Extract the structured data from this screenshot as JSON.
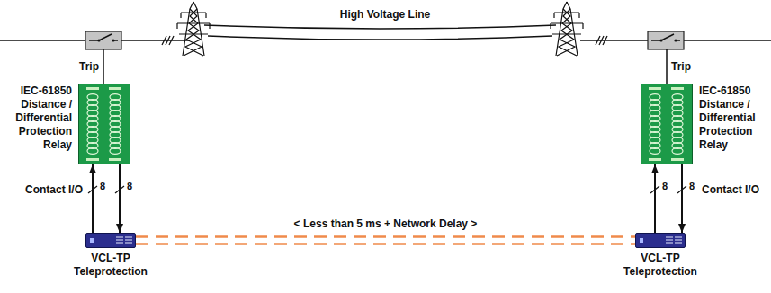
{
  "diagram": {
    "nodes": [
      {
        "text": [
          "IEC-61850 Distance / Differential Protection Relay"
        ]
      },
      {
        "text": [
          "VCL-TP Teleprotection"
        ]
      },
      {
        "text": [
          "IEC-61850 Distance / Differential Protection Relay"
        ]
      },
      {
        "text": [
          "VCL-TP Teleprotection"
        ]
      }
    ],
    "edges": [
      {
        "from": 1,
        "to": 0,
        "arrow": "to"
      },
      {
        "from": 0,
        "to": 1,
        "arrow": "to"
      },
      {
        "from": 3,
        "to": 2,
        "arrow": "to"
      },
      {
        "from": 2,
        "to": 3,
        "arrow": "to"
      },
      {
        "from": 1,
        "to": 3,
        "arrow": "none",
        "label": "< Less than 5 ms + Network Delay >"
      }
    ],
    "labels": [
      "High Voltage Line",
      "Trip",
      "Trip",
      "Contact I/O",
      "8",
      "8",
      "8",
      "8",
      "Contact I/O"
    ]
  }
}
